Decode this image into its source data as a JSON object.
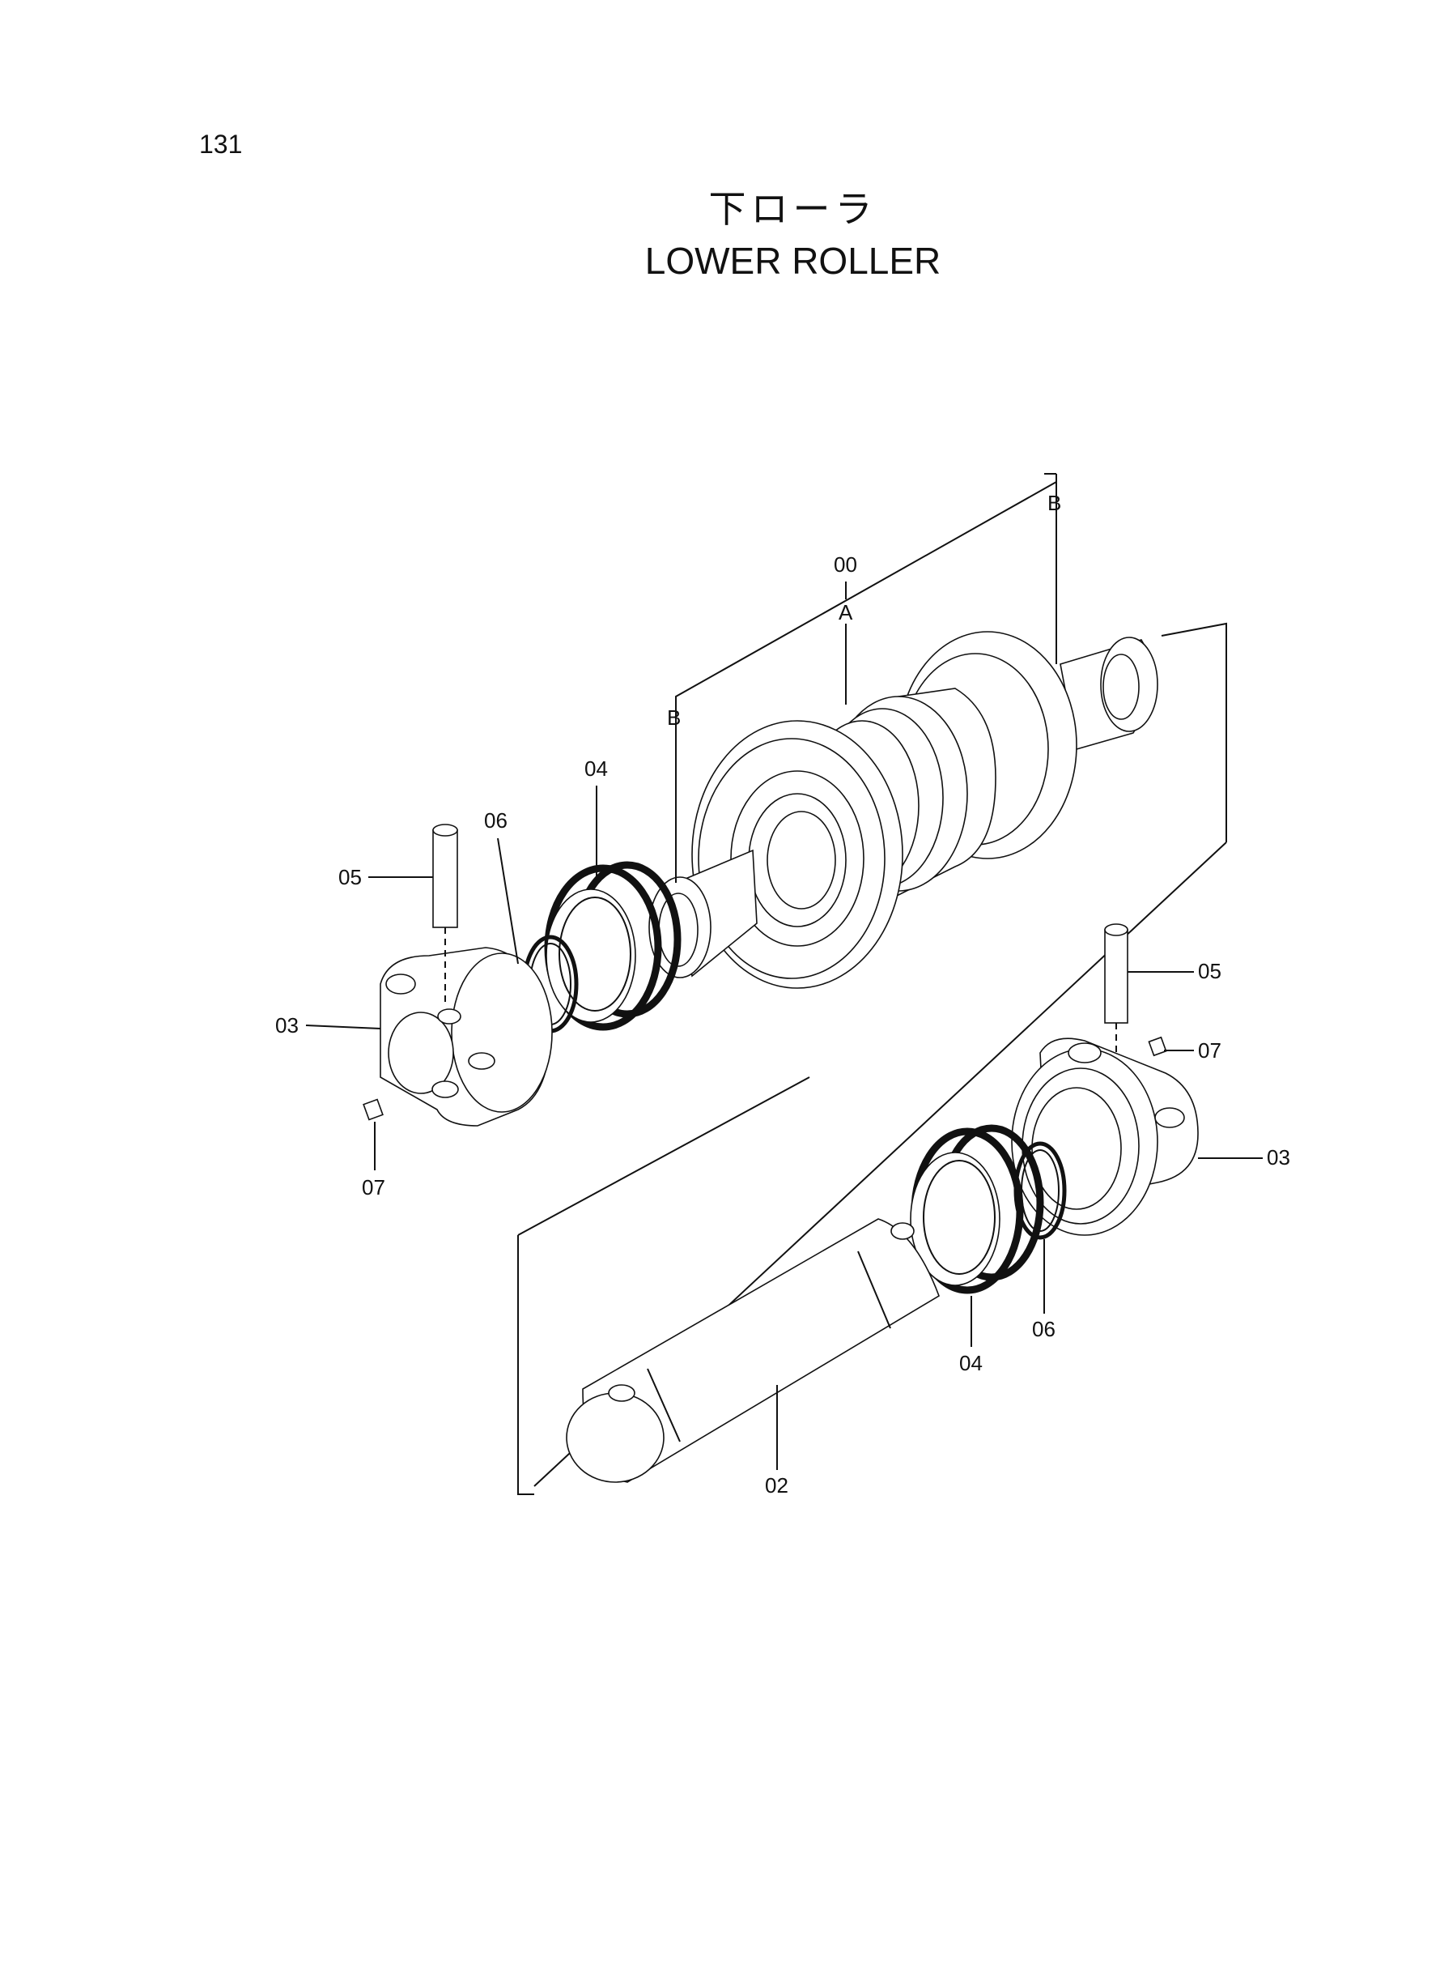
{
  "page": {
    "number": "131"
  },
  "title": {
    "japanese": "下ローラ",
    "english": "LOWER ROLLER"
  },
  "callouts": {
    "assembly": "00",
    "detail_a": "A",
    "detail_b_top": "B",
    "detail_b_left": "B",
    "seal_left": "04",
    "oring_left": "06",
    "pin_left": "05",
    "collar_left": "03",
    "plug_left": "07",
    "pin_right": "05",
    "plug_right": "07",
    "collar_right": "03",
    "seal_right": "04",
    "oring_right": "06",
    "shaft": "02"
  }
}
